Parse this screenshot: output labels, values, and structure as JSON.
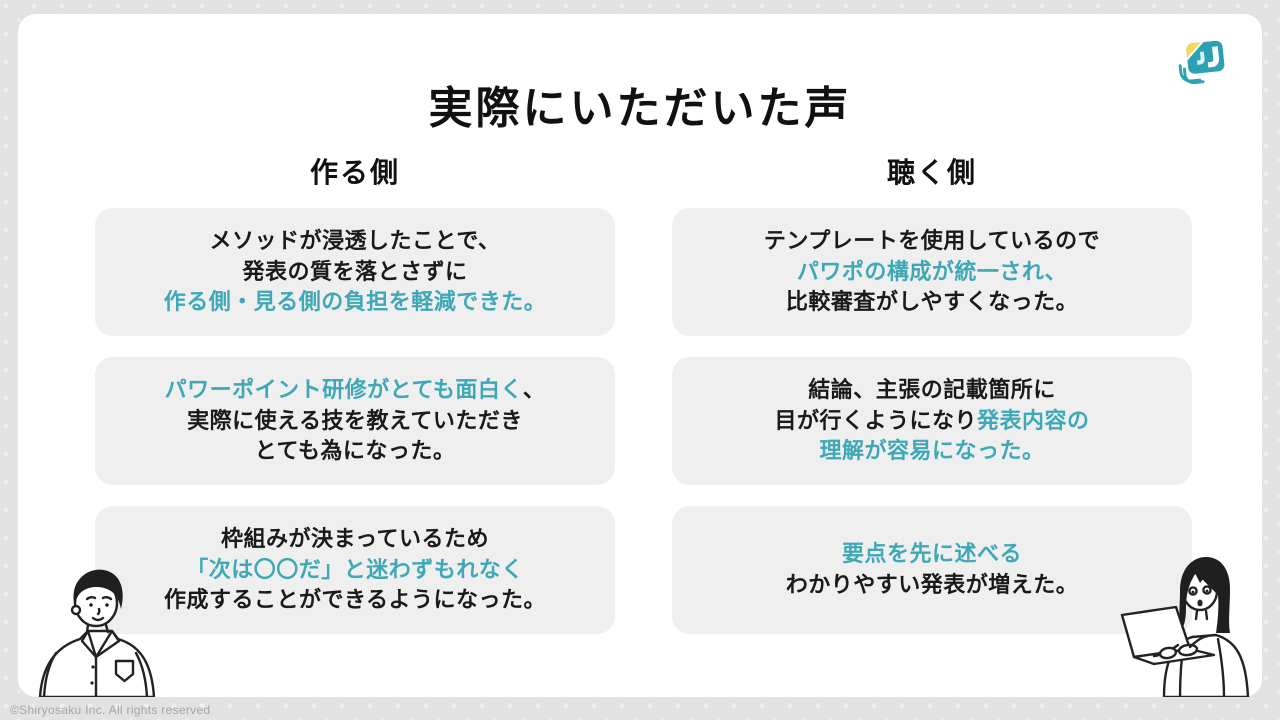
{
  "slide": {
    "title": "実際にいただいた声",
    "copyright": "©Shiryosaku Inc. All rights reserved",
    "colors": {
      "accent_teal": "#3fa8b6",
      "text_black": "#1a1a1a",
      "card_bg": "#efefef",
      "slide_bg": "#ffffff",
      "page_bg": "#e2e2e2",
      "logo_teal": "#2aa2b4",
      "logo_yellow": "#f7d757"
    },
    "columns": [
      {
        "header": "作る側",
        "cards": [
          {
            "lines": [
              [
                {
                  "text": "メソッドが浸透したことで、",
                  "accent": false
                }
              ],
              [
                {
                  "text": "発表の質を落とさずに",
                  "accent": false
                }
              ],
              [
                {
                  "text": "作る側・見る側の負担を軽減できた。",
                  "accent": true
                }
              ]
            ]
          },
          {
            "lines": [
              [
                {
                  "text": "パワーポイント研修がとても面白く",
                  "accent": true
                },
                {
                  "text": "、",
                  "accent": false
                }
              ],
              [
                {
                  "text": "実際に使える技を教えていただき",
                  "accent": false
                }
              ],
              [
                {
                  "text": "とても為になった。",
                  "accent": false
                }
              ]
            ]
          },
          {
            "lines": [
              [
                {
                  "text": "枠組みが決まっているため",
                  "accent": false
                }
              ],
              [
                {
                  "text": "「次は〇〇だ」と迷わずもれなく",
                  "accent": true
                }
              ],
              [
                {
                  "text": "作成することができるようになった。",
                  "accent": false
                }
              ]
            ]
          }
        ]
      },
      {
        "header": "聴く側",
        "cards": [
          {
            "lines": [
              [
                {
                  "text": "テンプレートを使用しているので",
                  "accent": false
                }
              ],
              [
                {
                  "text": "パワポの構成が統一され、",
                  "accent": true
                }
              ],
              [
                {
                  "text": "比較審査がしやすくなった。",
                  "accent": false
                }
              ]
            ]
          },
          {
            "lines": [
              [
                {
                  "text": "結論、主張の記載箇所に",
                  "accent": false
                }
              ],
              [
                {
                  "text": "目が行くようになり",
                  "accent": false
                },
                {
                  "text": "発表内容の",
                  "accent": true
                }
              ],
              [
                {
                  "text": "理解が容易になった。",
                  "accent": true
                }
              ]
            ]
          },
          {
            "lines": [
              [
                {
                  "text": "要点を先に述べる",
                  "accent": true
                }
              ],
              [
                {
                  "text": "わかりやすい発表が増えた。",
                  "accent": false
                }
              ]
            ]
          }
        ]
      }
    ],
    "illustrations": [
      {
        "name": "man-in-white-shirt",
        "position": "bottom-left"
      },
      {
        "name": "woman-typing-on-laptop",
        "position": "bottom-right"
      }
    ],
    "logo_name": "shiryosaku-logo"
  }
}
